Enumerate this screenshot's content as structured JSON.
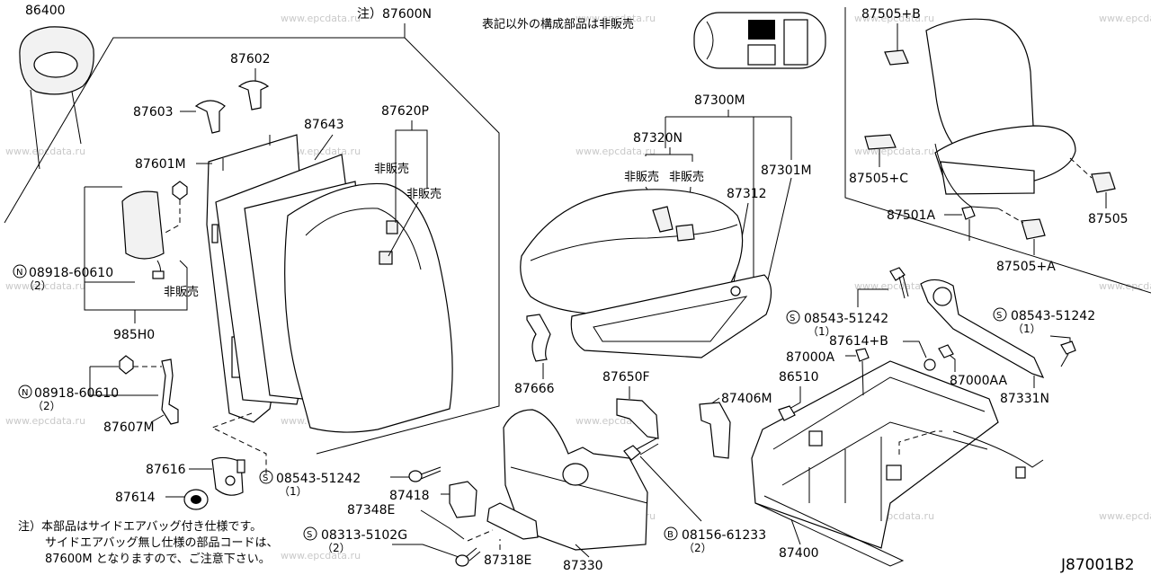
{
  "drawing_code": "J87001B2",
  "header_note": "表記以外の構成部品は非販売",
  "watermark": "www.epcdata.ru",
  "footnote": [
    "注）本部品はサイドエアバッグ付き仕様です。",
    "サイドエアバッグ無し仕様の部品コードは、",
    "87600M となりますので、ご注意下さい。"
  ],
  "parts": {
    "p86400": "86400",
    "p87600N": "注）87600N",
    "p87602": "87602",
    "p87603": "87603",
    "p87643": "87643",
    "p87620P": "87620P",
    "p87601M": "87601M",
    "ns1": "非販売",
    "ns2": "非販売",
    "p08918a": "08918-60610",
    "p08918a_q": "（2）",
    "ns3": "非販売",
    "p985H0": "985H0",
    "p08918b": "08918-60610",
    "p08918b_q": "（2）",
    "p87607M": "87607M",
    "p87616": "87616",
    "p87614": "87614",
    "p08543a": "08543-51242",
    "p08543a_q": "（1）",
    "p87418": "87418",
    "p87348E": "87348E",
    "p08313": "08313-5102G",
    "p08313_q": "（2）",
    "p87318E": "87318E",
    "p87330": "87330",
    "p87300M": "87300M",
    "p87320N": "87320N",
    "ns4": "非販売",
    "ns5": "非販売",
    "p87301M": "87301M",
    "p87312": "87312",
    "p87666": "87666",
    "p87650F": "87650F",
    "p87406M": "87406M",
    "p08156": "08156-61233",
    "p08156_q": "（2）",
    "p87400": "87400",
    "p86510": "86510",
    "p87000A": "87000A",
    "p87614B": "87614+B",
    "p08543b": "08543-51242",
    "p08543b_q": "（1）",
    "p08543c": "08543-51242",
    "p08543c_q": "（1）",
    "p87000AA": "87000AA",
    "p87331N": "87331N",
    "p87505B": "87505+B",
    "p87505C": "87505+C",
    "p87501A": "87501A",
    "p87505": "87505",
    "p87505A": "87505+A"
  },
  "circle_marks": {
    "n": "N",
    "s": "S",
    "b": "B"
  }
}
